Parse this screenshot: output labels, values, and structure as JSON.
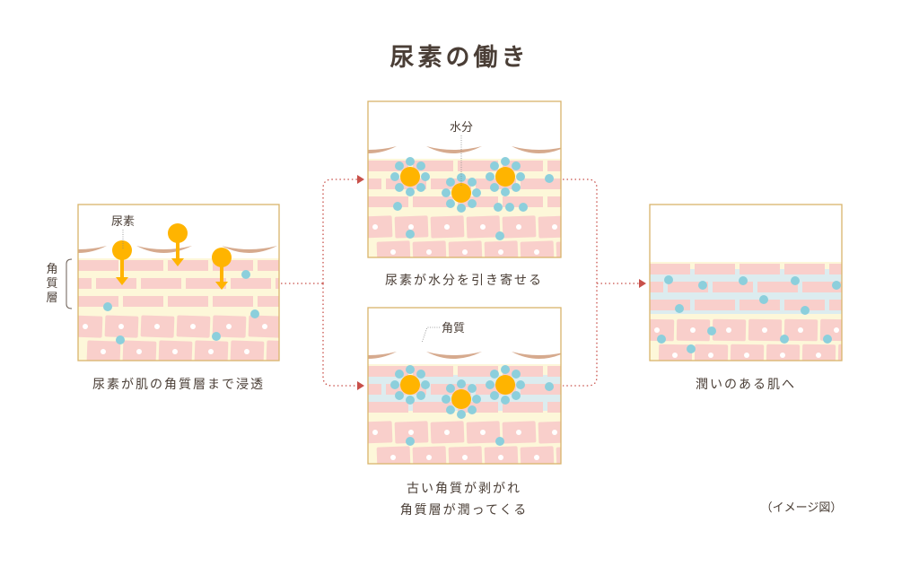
{
  "title": "尿素の働き",
  "panels": {
    "penetrate": {
      "caption": "尿素が肌の角質層まで浸透",
      "label_urea": "尿素",
      "label_layer": [
        "角",
        "質",
        "層"
      ]
    },
    "attract": {
      "caption": "尿素が水分を引き寄せる",
      "label_water": "水分"
    },
    "shed": {
      "caption_line1": "古い角質が剥がれ",
      "caption_line2": "角質層が潤ってくる",
      "label_keratin": "角質"
    },
    "result": {
      "caption": "潤いのある肌へ"
    }
  },
  "note": "（イメージ図）",
  "colors": {
    "frame": "#d9b46b",
    "brick": "#f9cfcb",
    "cream": "#fdf7d9",
    "water": "#8ccfdc",
    "urea": "#ffb400",
    "scale": "#d6aa8e",
    "arrow": "#c8504a",
    "moist": "#dcecef"
  }
}
